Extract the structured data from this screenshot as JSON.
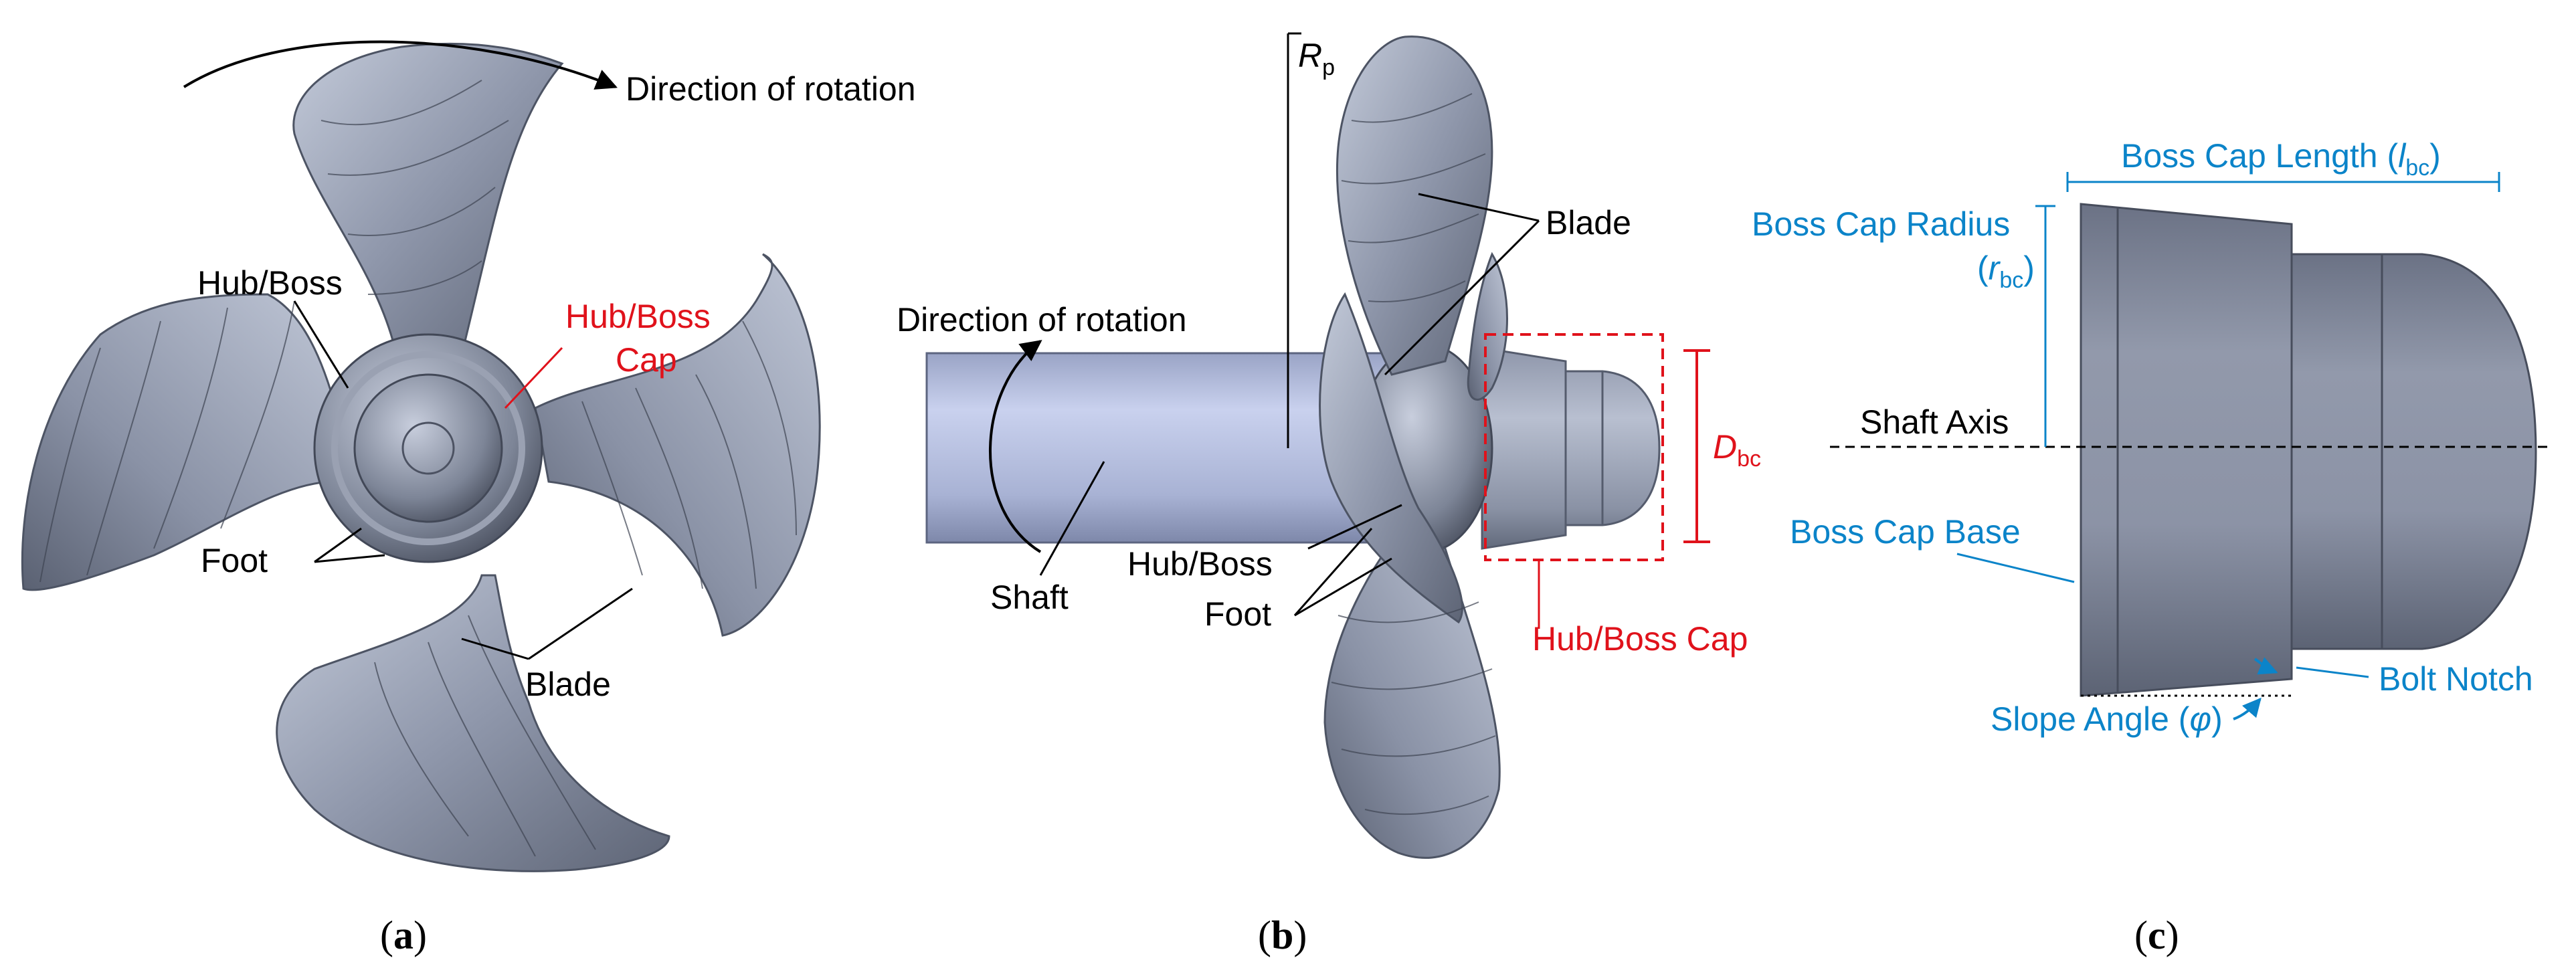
{
  "colors": {
    "label": "#000000",
    "highlight": "#e0121b",
    "dimension": "#0b84c9",
    "metal_light": "#a6aec2",
    "metal_mid": "#7c8499",
    "metal_dark": "#555c6d",
    "shaft_light": "#b7c1e2",
    "shaft_dark": "#8791b4"
  },
  "panel_a": {
    "caption_open": "(",
    "caption_letter": "a",
    "caption_close": ")",
    "direction_of_rotation": "Direction of rotation",
    "hub_boss": "Hub/Boss",
    "hub_boss_cap_line1": "Hub/Boss",
    "hub_boss_cap_line2": "Cap",
    "foot": "Foot",
    "blade": "Blade"
  },
  "panel_b": {
    "caption_open": "(",
    "caption_letter": "b",
    "caption_close": ")",
    "rp_symbol": "R",
    "rp_subscript": "p",
    "blade": "Blade",
    "direction_of_rotation": "Direction of rotation",
    "shaft": "Shaft",
    "hub_boss": "Hub/Boss",
    "foot": "Foot",
    "hub_boss_cap": "Hub/Boss Cap",
    "dbc_symbol": "D",
    "dbc_subscript": "bc"
  },
  "panel_c": {
    "caption_open": "(",
    "caption_letter": "c",
    "caption_close": ")",
    "boss_cap_length_text": "Boss Cap Length (",
    "boss_cap_length_symbol": "l",
    "boss_cap_length_subscript": "bc",
    "boss_cap_length_close": ")",
    "boss_cap_radius_text": "Boss Cap Radius",
    "boss_cap_radius_open": "(",
    "boss_cap_radius_symbol": "r",
    "boss_cap_radius_subscript": "bc",
    "boss_cap_radius_close": ")",
    "shaft_axis": "Shaft Axis",
    "boss_cap_base": "Boss Cap Base",
    "bolt_notch": "Bolt Notch",
    "slope_angle_text": "Slope Angle (",
    "slope_angle_symbol": "φ",
    "slope_angle_close": ")"
  }
}
